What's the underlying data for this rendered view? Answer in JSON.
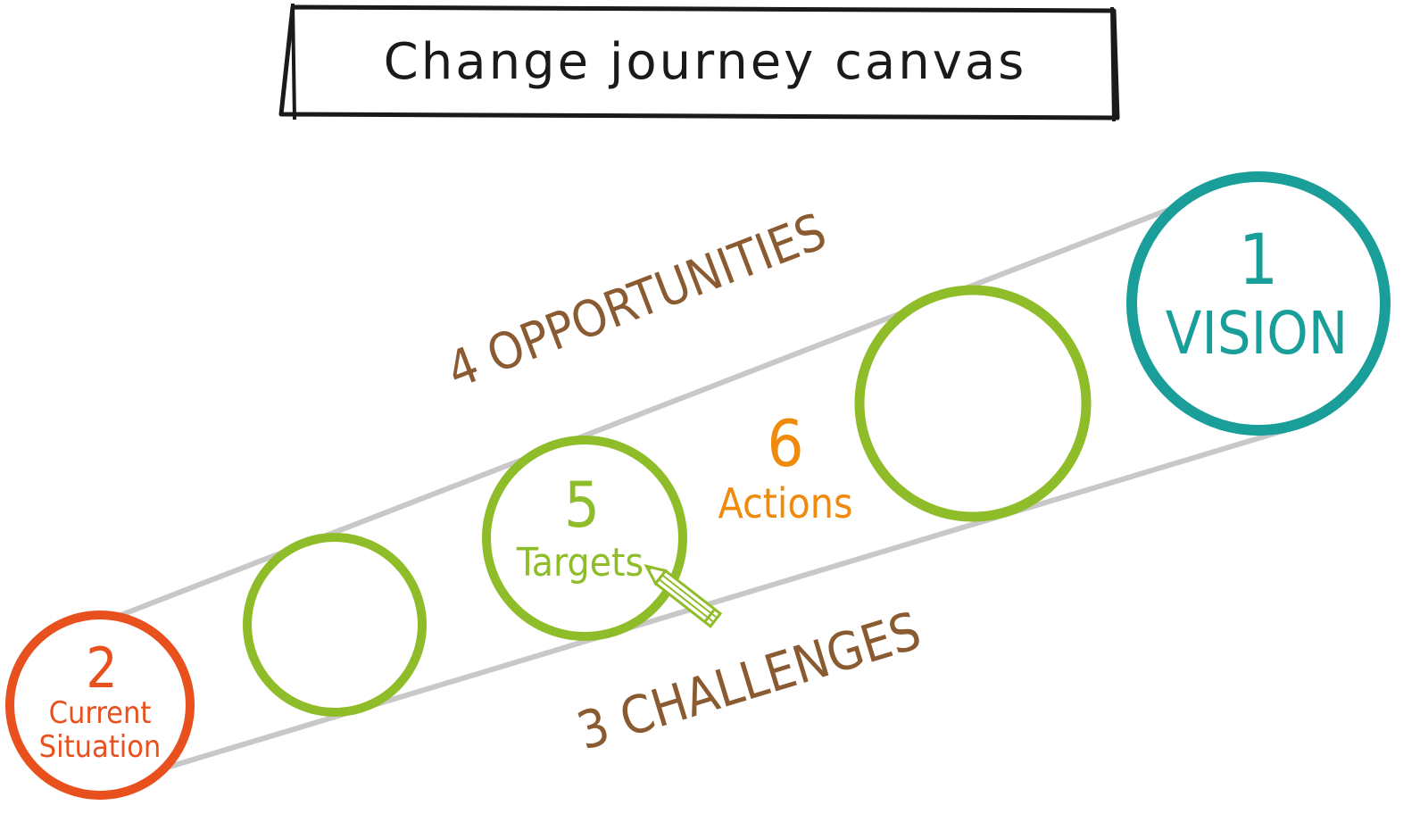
{
  "title": "Change journey canvas",
  "colors": {
    "ink": "#1a1a1a",
    "guide": "#c8c8c8",
    "vision": "#1a9e9a",
    "current": "#e8501e",
    "green": "#8fbd2a",
    "actions": "#f08a0b",
    "brown": "#8a5a30"
  },
  "nodes": {
    "vision": {
      "number": "1",
      "label": "VISION"
    },
    "current": {
      "number": "2",
      "label_line1": "Current",
      "label_line2": "Situation"
    },
    "targets": {
      "number": "5",
      "label": "Targets"
    }
  },
  "labels": {
    "opportunities": "4 OPPORTUNITIES",
    "challenges": "3 CHALLENGES",
    "actions_number": "6",
    "actions_label": "Actions"
  },
  "icons": {
    "pencil": "pencil-icon"
  }
}
